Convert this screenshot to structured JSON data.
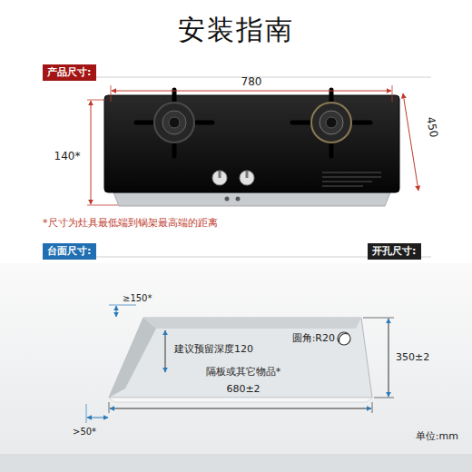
{
  "diagram": {
    "title": "安装指南",
    "nodes": [
      {
        "text": [
          "产品尺寸:"
        ]
      },
      {
        "text": [
          "台面尺寸:"
        ]
      },
      {
        "text": [
          "开孔尺寸:"
        ]
      }
    ],
    "labels": [
      "780",
      "450",
      "140*",
      "*尺寸为灶具最低端到锅架最高端的距离",
      "≥150*",
      "建议预留深度120",
      "圆角:R20",
      "350±2",
      "隔板或其它物品*",
      "680±2",
      ">50*",
      "单位:mm"
    ]
  }
}
